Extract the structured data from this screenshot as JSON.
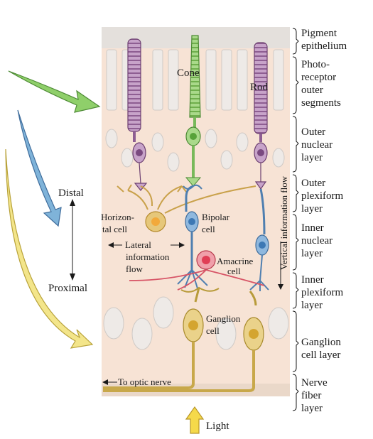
{
  "colors": {
    "background": "#ffffff",
    "retina_tissue": "#f7e3d5",
    "pigment_layer": "#e4e0dc",
    "cell_outline": "#c9c6c4",
    "cone": "#a9d98a",
    "rod": "#c7a3c9",
    "bipolar": "#6f9fcf",
    "horizontal": "#d9b455",
    "horizontal_nucleus": "#f2a93b",
    "amacrine": "#e36a7a",
    "ganglion": "#d9c06a",
    "arrow_green": "#8fcf6a",
    "arrow_blue": "#7fb3d9",
    "arrow_yellow": "#f3e58a",
    "light_arrow": "#f5d94a"
  },
  "cells": {
    "cone": "Cone",
    "rod": "Rod",
    "horizontal_line1": "Horizon-",
    "horizontal_line2": "tal cell",
    "bipolar_line1": "Bipolar",
    "bipolar_line2": "cell",
    "amacrine_line1": "Amacrine",
    "amacrine_line2": "cell",
    "ganglion_line1": "Ganglion",
    "ganglion_line2": "cell"
  },
  "flow": {
    "lateral_line1": "Lateral",
    "lateral_line2": "information",
    "lateral_line3": "flow",
    "vertical": "Vertical information flow",
    "optic_nerve": "To optic nerve",
    "light": "Light"
  },
  "axis": {
    "distal": "Distal",
    "proximal": "Proximal"
  },
  "layers": [
    {
      "lines": [
        "Pigment",
        "epithelium"
      ]
    },
    {
      "lines": [
        "Photo-",
        "receptor",
        "outer",
        "segments"
      ]
    },
    {
      "lines": [
        "Outer",
        "nuclear",
        "layer"
      ]
    },
    {
      "lines": [
        "Outer",
        "plexiform",
        "layer"
      ]
    },
    {
      "lines": [
        "Inner",
        "nuclear",
        "layer"
      ]
    },
    {
      "lines": [
        "Inner",
        "plexiform",
        "layer"
      ]
    },
    {
      "lines": [
        "Ganglion",
        "cell layer"
      ]
    },
    {
      "lines": [
        "Nerve",
        "fiber",
        "layer"
      ]
    }
  ]
}
